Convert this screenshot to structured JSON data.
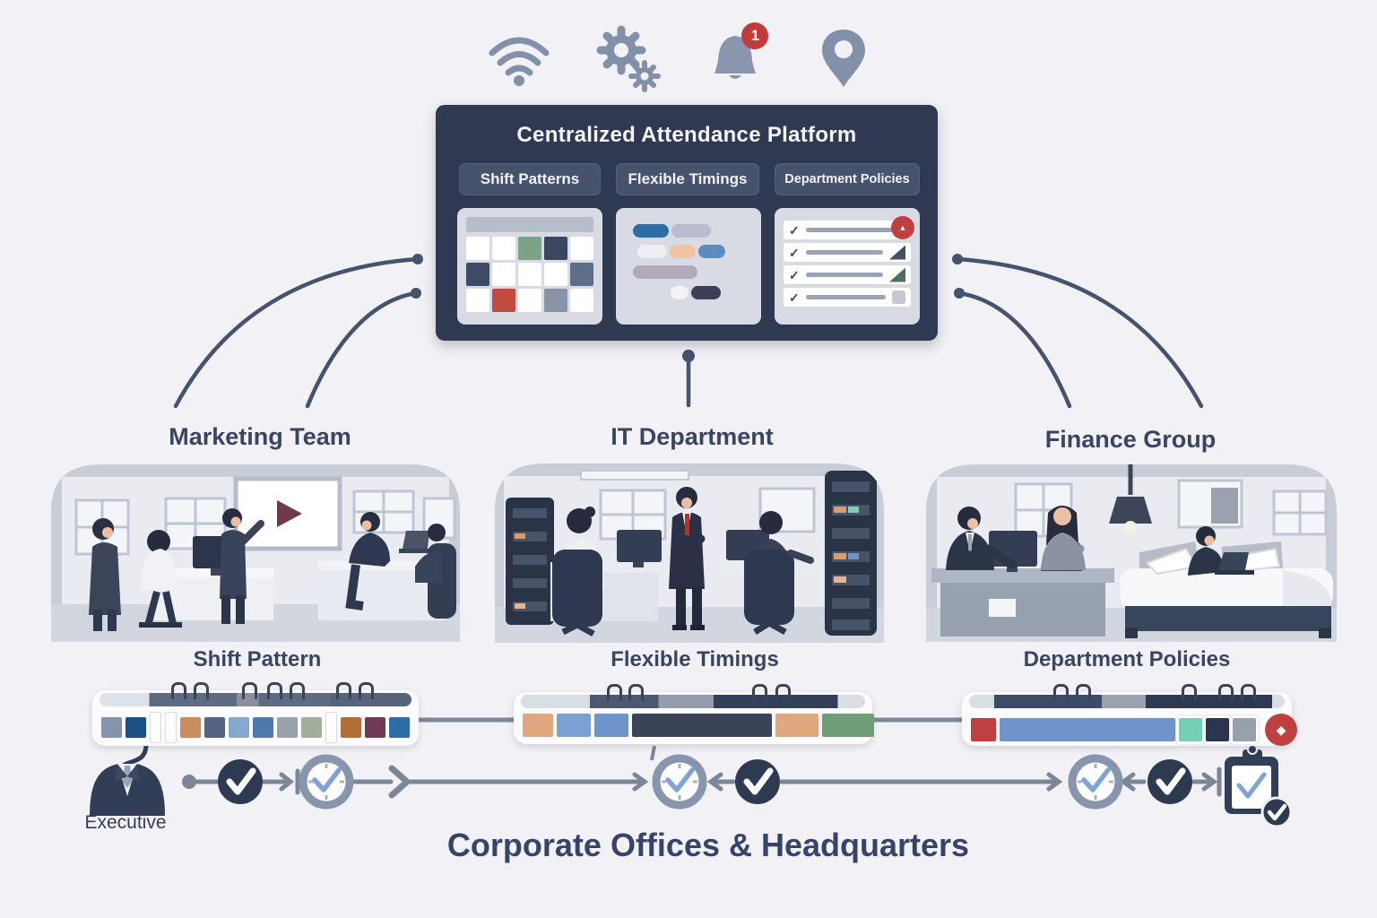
{
  "colors": {
    "background": "#f2f1f6",
    "panel": "#2f3a52",
    "tab": "#47536d",
    "accent_red": "#c04040",
    "icon_gray": "#8290aa",
    "text_navy": "#3a4463"
  },
  "header_icons": [
    {
      "name": "wifi-icon"
    },
    {
      "name": "settings-icon"
    },
    {
      "name": "notifications-icon",
      "badge": "1"
    },
    {
      "name": "location-icon"
    }
  ],
  "platform": {
    "title": "Centralized Attendance Platform",
    "tabs": [
      {
        "label": "Shift Patterns"
      },
      {
        "label": "Flexible Timings"
      },
      {
        "label": "Department Policies"
      }
    ],
    "preview_cards": {
      "calendar": {
        "cells": [
          "#ffffff",
          "#ffffff",
          "#7ea287",
          "#3a4760",
          "#ffffff",
          "#3e4b66",
          "#ffffff",
          "#ffffff",
          "#ffffff",
          "#5d6e88",
          "#ffffff",
          "#c24b41",
          "#ffffff",
          "#8b94a7",
          "#ffffff"
        ]
      },
      "timeline": {
        "rows": [
          {
            "offset": 6,
            "segs": [
              {
                "c": "#2e6da4",
                "w": 30
              },
              {
                "c": "#b9bdcf",
                "w": 33
              }
            ]
          },
          {
            "offset": 10,
            "segs": [
              {
                "c": "#eceef2",
                "w": 26
              },
              {
                "c": "#f0c49c",
                "w": 22
              },
              {
                "c": "#5b8cc0",
                "w": 24
              }
            ]
          },
          {
            "offset": 6,
            "segs": [
              {
                "c": "#b3aab9",
                "w": 54
              }
            ]
          },
          {
            "offset": 36,
            "segs": [
              {
                "c": "#f2f3f6",
                "w": 22
              },
              {
                "c": "#3a4156",
                "w": 36
              }
            ]
          }
        ]
      },
      "checklist": {
        "check_glyph": "✓",
        "alert_glyph": "▲",
        "items": [
          {
            "marker": "alert"
          },
          {
            "marker": "flag-dark"
          },
          {
            "marker": "flag-green"
          },
          {
            "marker": "square"
          }
        ]
      }
    }
  },
  "departments": [
    {
      "name": "Marketing Team"
    },
    {
      "name": "IT Department"
    },
    {
      "name": "Finance Group"
    }
  ],
  "features": [
    {
      "label": "Shift Pattern",
      "strip": {
        "squares": [
          {
            "c": "#8494ad"
          },
          {
            "c": "#1d4f80"
          },
          {
            "c": "#ffffff",
            "tall": true
          },
          {
            "c": "#ffffff",
            "tall": true
          },
          {
            "c": "#c98e60"
          },
          {
            "c": "#55657f"
          },
          {
            "c": "#86a9d0"
          },
          {
            "c": "#4c7bab"
          },
          {
            "c": "#98a1ad"
          },
          {
            "c": "#a4ae9f"
          },
          {
            "c": "#ffffff",
            "tall": true
          },
          {
            "c": "#b26f35"
          },
          {
            "c": "#6f3a55"
          },
          {
            "c": "#2d6ca4"
          }
        ]
      }
    },
    {
      "label": "Flexible Timings",
      "strip": {
        "segments": [
          {
            "c": "#dfa880",
            "w": 34
          },
          {
            "c": "#7ba0d2",
            "w": 38
          },
          {
            "c": "#6f94c9",
            "w": 38
          },
          {
            "c": "#3a4456",
            "w": 156
          },
          {
            "c": "#dfa880",
            "w": 48
          },
          {
            "c": "#6f9d77",
            "w": 58
          }
        ]
      }
    },
    {
      "label": "Department Policies",
      "strip": {
        "badge_glyph": "◆",
        "items": [
          {
            "t": "square",
            "c": "#bf4040",
            "w": 28
          },
          {
            "t": "bar",
            "c": "#6f94c9",
            "w": 196
          },
          {
            "t": "cell",
            "c": "#74cfb4"
          },
          {
            "t": "cell",
            "c": "#2c3550"
          },
          {
            "t": "cell",
            "c": "#97a0ac"
          },
          {
            "t": "badge",
            "c": "#c04040"
          }
        ]
      }
    }
  ],
  "flow": {
    "executive_label": "Executive"
  },
  "footer": {
    "title": "Corporate Offices & Headquarters"
  }
}
